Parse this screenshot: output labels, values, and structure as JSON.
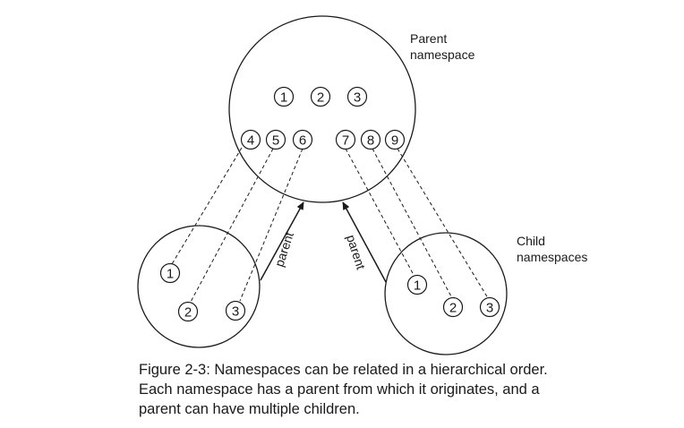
{
  "labels": {
    "parent_line1": "Parent",
    "parent_line2": "namespace",
    "child_line1": "Child",
    "child_line2": "namespaces",
    "arrow_left": "parent",
    "arrow_right": "parent"
  },
  "parent_nodes": {
    "row1": [
      "1",
      "2",
      "3"
    ],
    "left_group": [
      "4",
      "5",
      "6"
    ],
    "right_group": [
      "7",
      "8",
      "9"
    ]
  },
  "left_child_nodes": [
    "1",
    "2",
    "3"
  ],
  "right_child_nodes": [
    "1",
    "2",
    "3"
  ],
  "caption": {
    "line1": "Figure 2-3: Namespaces can be related in a hierarchical order.",
    "line2": "Each namespace has a parent from which it originates, and a",
    "line3": "parent can have multiple children."
  }
}
